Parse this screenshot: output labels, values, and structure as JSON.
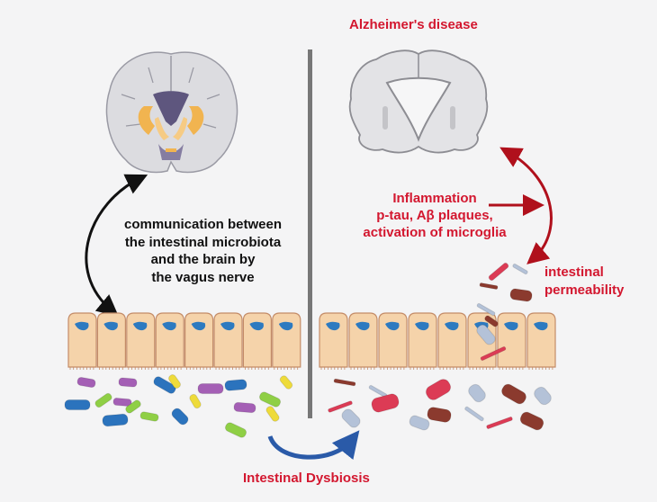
{
  "left_panel": {
    "brain": "healthy-brain-coronal-section",
    "annotation": {
      "lines": [
        "communication between",
        "the intestinal microbiota",
        "and the brain by",
        "the vagus nerve"
      ]
    }
  },
  "right_panel": {
    "title": "Alzheimer's disease",
    "brain": "atrophied-brain-coronal-section",
    "inflammation": {
      "lines": [
        "Inflammation",
        "p-tau, Aβ plaques,",
        "activation of microglia"
      ]
    },
    "permeability": {
      "lines": [
        "intestinal",
        "permeability"
      ]
    }
  },
  "bottom": {
    "label": "Intestinal Dysbiosis"
  },
  "colors": {
    "accent_red": "#d3172f",
    "arrow_red": "#b0101c",
    "arrow_black": "#111111",
    "arrow_blue": "#2a5aa8",
    "divider": "#777777",
    "cell_fill": "#f5d3aa",
    "cell_stroke": "#c48c68",
    "nucleus": "#2d7ac0",
    "healthy_bacteria": [
      "#a45fb5",
      "#2b73bd",
      "#8fcf45",
      "#eedb3a"
    ],
    "dysbiosis_bacteria": [
      "#dc3b55",
      "#8b3a2e",
      "#b4c2d8"
    ]
  }
}
